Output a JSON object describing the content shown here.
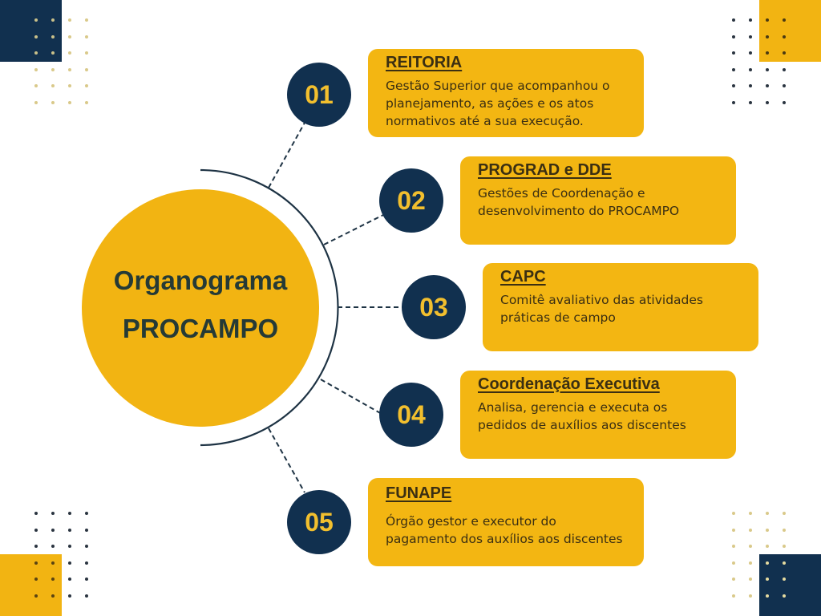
{
  "center": {
    "line1": "Organograma",
    "line2": "PROCAMPO"
  },
  "colors": {
    "yellow": "#f2b412",
    "navy": "#11304f",
    "number_text": "#f2bf2e",
    "title_text": "#253a36",
    "card_text": "#3b2f12"
  },
  "items": [
    {
      "number": "01",
      "title": "REITORIA",
      "desc_lines": [
        "Gestão Superior que acompanhou o",
        "planejamento, as ações e os atos",
        "normativos até a sua execução."
      ]
    },
    {
      "number": "02",
      "title": "PROGRAD e DDE",
      "desc_lines": [
        "Gestões de Coordenação e",
        "desenvolvimento do PROCAMPO"
      ]
    },
    {
      "number": "03",
      "title": "CAPC",
      "desc_lines": [
        "Comitê avaliativo das atividades",
        "práticas de campo"
      ]
    },
    {
      "number": "04",
      "title": "Coordenação Executiva",
      "desc_lines": [
        "Analisa, gerencia e executa os",
        "pedidos de auxílios aos discentes"
      ]
    },
    {
      "number": "05",
      "title": "FUNAPE",
      "desc_lines": [
        "Órgão gestor e executor do",
        "pagamento dos auxílios aos discentes"
      ]
    }
  ],
  "decorations": {
    "top_left": {
      "square": "navy",
      "dots": "yellow"
    },
    "top_right": {
      "square": "yellow",
      "dots": "navy"
    },
    "bottom_left": {
      "square": "yellow",
      "dots": "navy"
    },
    "bottom_right": {
      "square": "navy",
      "dots": "yellow"
    }
  }
}
